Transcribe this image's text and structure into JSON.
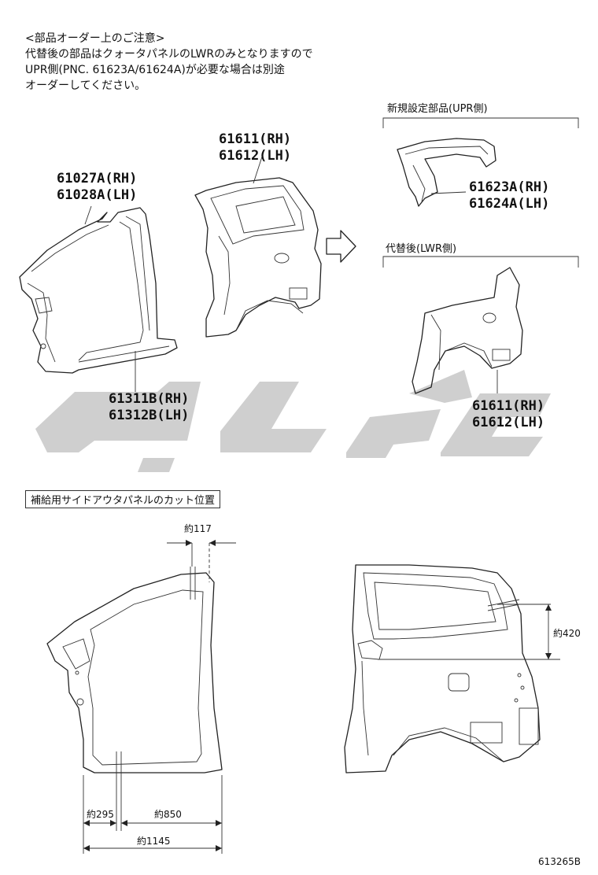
{
  "notice": {
    "line1": "<部品オーダー上のご注意>",
    "line2": "代替後の部品はクォータパネルのLWRのみとなりますので",
    "line3": "UPR側(PNC. 61623A/61624A)が必要な場合は別途",
    "line4": "オーダーしてください。"
  },
  "parts": {
    "front_pillar": {
      "rh": "61027A(RH)",
      "lh": "61028A(LH)"
    },
    "quarter_panel": {
      "rh": "61611(RH)",
      "lh": "61612(LH)"
    },
    "rocker": {
      "rh": "61311B(RH)",
      "lh": "61312B(LH)"
    },
    "upr_new": {
      "rh": "61623A(RH)",
      "lh": "61624A(LH)"
    },
    "lwr_replacement": {
      "rh": "61611(RH)",
      "lh": "61612(LH)"
    }
  },
  "section_upr": "新規設定部品(UPR側)",
  "section_lwr": "代替後(LWR側)",
  "cut_position_title": "補給用サイドアウタパネルのカット位置",
  "dimensions": {
    "d117": "約117",
    "d295": "約295",
    "d850": "約850",
    "d1145": "約1145",
    "d420": "約420"
  },
  "figure_code": "613265B",
  "icons": {
    "arrow": "right-arrow-icon",
    "watermark": "watermark-logo"
  }
}
